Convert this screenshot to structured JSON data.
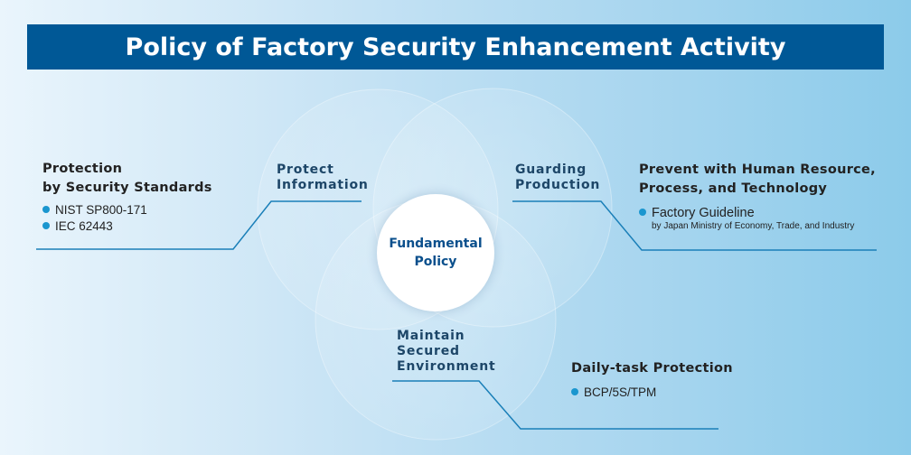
{
  "title": "Policy of Factory Security Enhancement Activity",
  "center": {
    "line1": "Fundamental",
    "line2": "Policy"
  },
  "circles": {
    "left": {
      "line1": "Protect",
      "line2": "Information"
    },
    "right": {
      "line1": "Guarding",
      "line2": "Production"
    },
    "bottom": {
      "line1": "Maintain",
      "line2": "Secured",
      "line3": "Environment"
    }
  },
  "callouts": {
    "left": {
      "heading1": "Protection",
      "heading2": "by Security Standards",
      "items": [
        "NIST SP800-171",
        "IEC 62443"
      ]
    },
    "right": {
      "heading1": "Prevent with Human Resource,",
      "heading2": "Process, and Technology",
      "items": [
        "Factory Guideline"
      ],
      "note": "by Japan Ministry of Economy, Trade, and Industry"
    },
    "bottom": {
      "heading1": "Daily-task Protection",
      "items": [
        "BCP/5S/TPM"
      ]
    }
  },
  "colors": {
    "title_bg": "#005896",
    "line": "#1a7fb8",
    "bullet": "#1a96cf"
  }
}
